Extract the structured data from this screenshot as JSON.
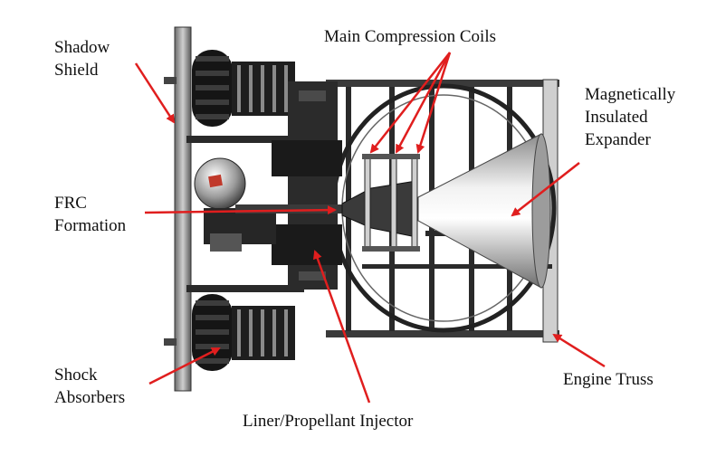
{
  "labels": {
    "shadow_shield": "Shadow\nShield",
    "main_compression_coils": "Main Compression Coils",
    "magnetically_insulated_expander": "Magnetically\nInsulated\nExpander",
    "frc_formation": "FRC\nFormation",
    "shock_absorbers": "Shock\nAbsorbers",
    "liner_propellant_injector": "Liner/Propellant Injector",
    "engine_truss": "Engine Truss"
  },
  "colors": {
    "arrow": "#e01e1e",
    "background": "#ffffff",
    "structure_dark": "#1c1c1c",
    "structure_mid": "#4a4a4a",
    "metal_light": "#d8d8d8",
    "frc_marker": "#c0392b"
  }
}
